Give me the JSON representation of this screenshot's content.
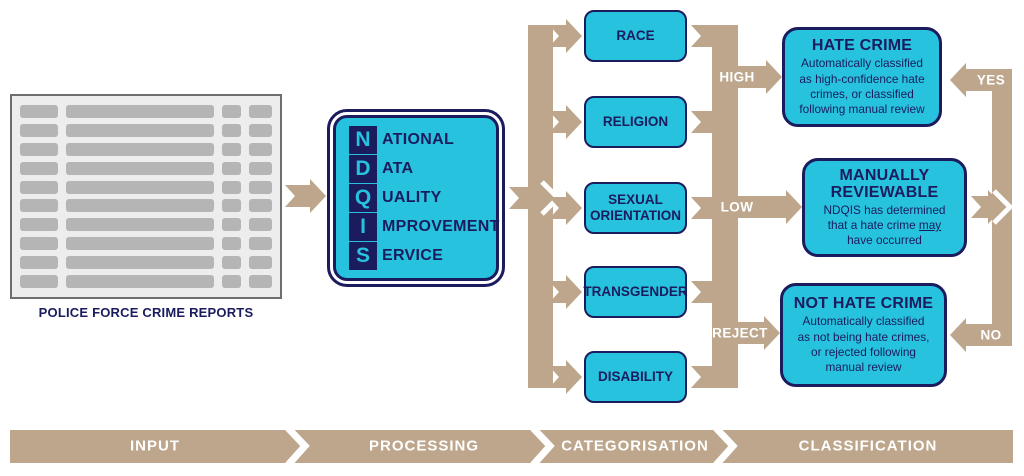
{
  "input": {
    "table_label": "POLICE FORCE CRIME REPORTS",
    "table_row_count": 10
  },
  "ndqis": {
    "lines": [
      {
        "initial": "N",
        "rest": "ATIONAL"
      },
      {
        "initial": "D",
        "rest": "ATA"
      },
      {
        "initial": "Q",
        "rest": "UALITY"
      },
      {
        "initial": "I",
        "rest": "MPROVEMENT"
      },
      {
        "initial": "S",
        "rest": "ERVICE"
      }
    ]
  },
  "categories": [
    {
      "label": "RACE"
    },
    {
      "label": "RELIGION"
    },
    {
      "label": "SEXUAL\nORIENTATION"
    },
    {
      "label": "TRANSGENDER"
    },
    {
      "label": "DISABILITY"
    }
  ],
  "routes": {
    "high": "HIGH",
    "low": "LOW",
    "reject": "REJECT",
    "yes": "YES",
    "no": "NO"
  },
  "outcomes": {
    "hate_crime": {
      "title": "HATE CRIME",
      "body": "Automatically classified\nas high-confidence hate\ncrimes, or classified\nfollowing manual review"
    },
    "manually_reviewable": {
      "title": "MANUALLY\nREVIEWABLE",
      "body_prefix": "NDQIS has determined\nthat a hate crime ",
      "underlined": "may",
      "body_suffix": "\nhave occurred"
    },
    "not_hate_crime": {
      "title": "NOT HATE CRIME",
      "body": "Automatically classified\nas not being hate crimes,\nor rejected following\nmanual review"
    }
  },
  "stages": [
    "INPUT",
    "PROCESSING",
    "CATEGORISATION",
    "CLASSIFICATION"
  ],
  "colors": {
    "cyan": "#27C2DE",
    "navy": "#1A1C5E",
    "tan": "#BDA68C",
    "table_bar": "#B5B5B5",
    "table_bg": "#EDEDED",
    "table_border": "#6E6E6E",
    "label_text": "#FFFFFF"
  }
}
